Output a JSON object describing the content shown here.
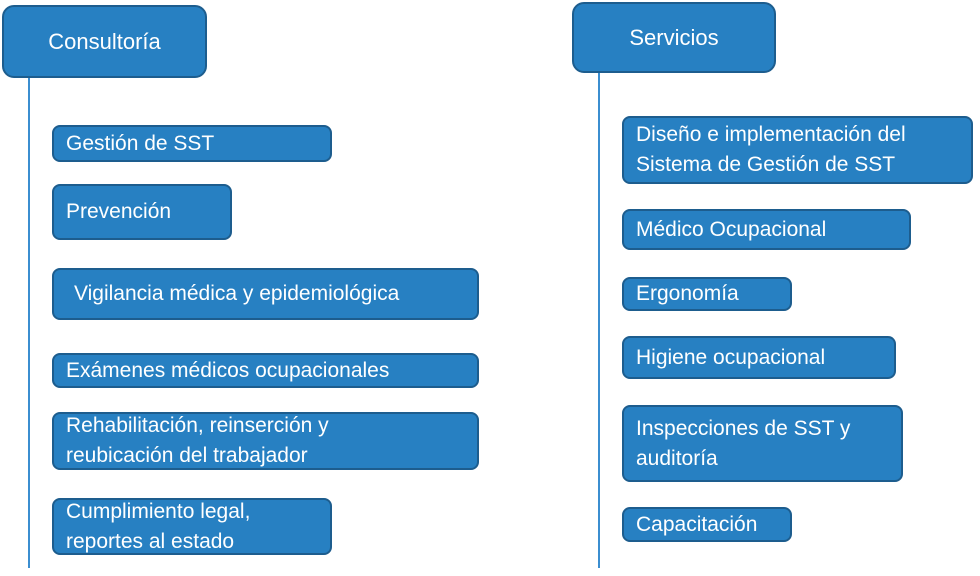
{
  "consultoria": {
    "title": "Consultoría",
    "items": [
      "Gestión de SST",
      "Prevención",
      "Vigilancia médica y epidemiológica",
      "Exámenes médicos ocupacionales",
      "Rehabilitación, reinserción y reubicación del trabajador",
      "Cumplimiento legal, reportes al estado"
    ]
  },
  "servicios": {
    "title": "Servicios",
    "items": [
      "Diseño e implementación del Sistema de Gestión de SST",
      "Médico Ocupacional",
      "Ergonomía",
      "Higiene ocupacional",
      "Inspecciones de SST y auditoría",
      "Capacitación"
    ]
  },
  "colors": {
    "fill": "#2780c2",
    "border": "#1d5d8e",
    "line": "#3b8ed0"
  }
}
